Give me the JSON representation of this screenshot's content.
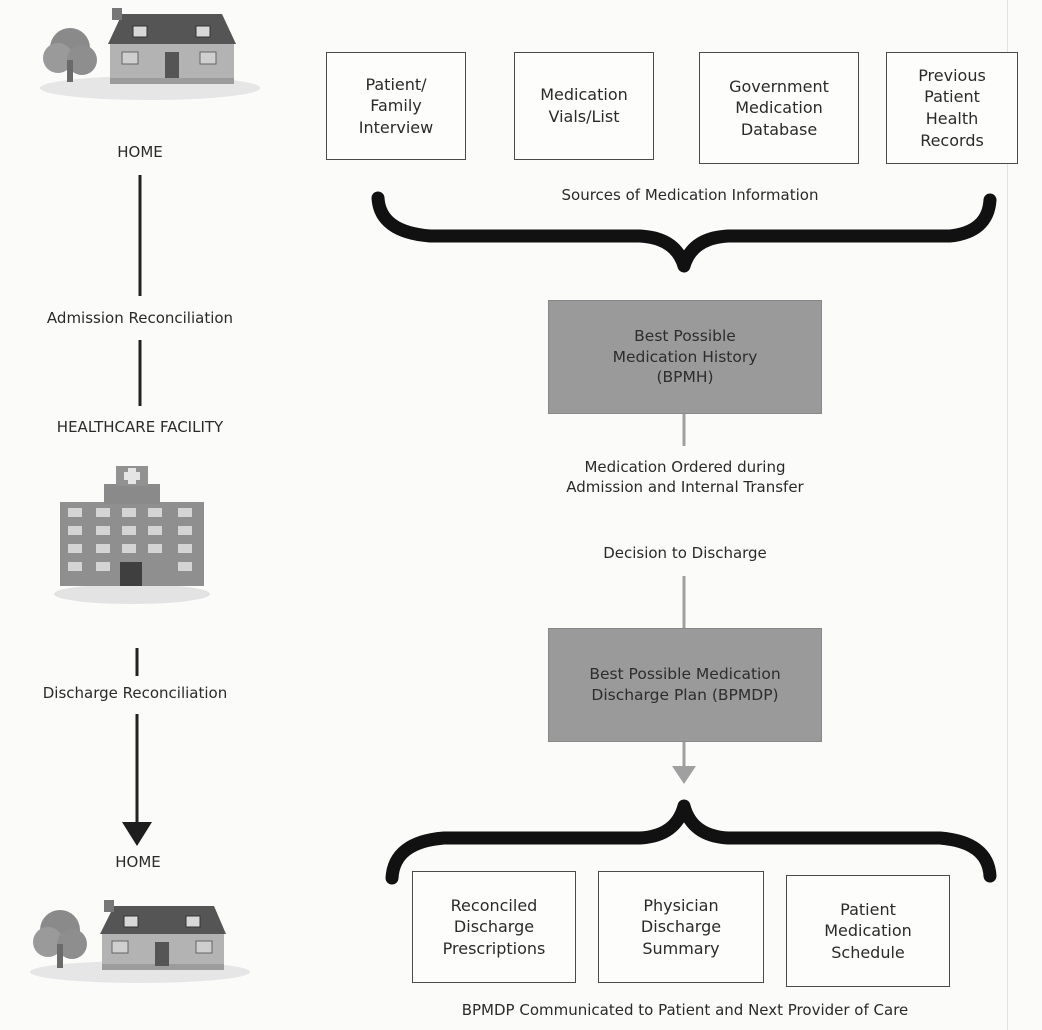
{
  "left": {
    "home_top": "HOME",
    "admission": "Admission Reconciliation",
    "facility": "HEALTHCARE FACILITY",
    "discharge": "Discharge Reconciliation",
    "home_bottom": "HOME"
  },
  "sources": {
    "boxes": [
      "Patient/\nFamily\nInterview",
      "Medication\nVials/List",
      "Government\nMedication\nDatabase",
      "Previous\nPatient\nHealth\nRecords"
    ],
    "caption": "Sources of Medication Information"
  },
  "bpmh": "Best Possible\nMedication History\n(BPMH)",
  "ordered": "Medication Ordered during\nAdmission and Internal Transfer",
  "decision": "Decision to Discharge",
  "bpmdp": "Best Possible Medication\nDischarge Plan (BPMDP)",
  "outputs": {
    "boxes": [
      "Reconciled\nDischarge\nPrescriptions",
      "Physician\nDischarge\nSummary",
      "Patient\nMedication\nSchedule"
    ],
    "caption": "BPMDP Communicated to Patient and Next Provider of Care"
  },
  "colors": {
    "process_box": "#9a9a9a",
    "connector": "#a0a0a0",
    "line": "#222222"
  }
}
